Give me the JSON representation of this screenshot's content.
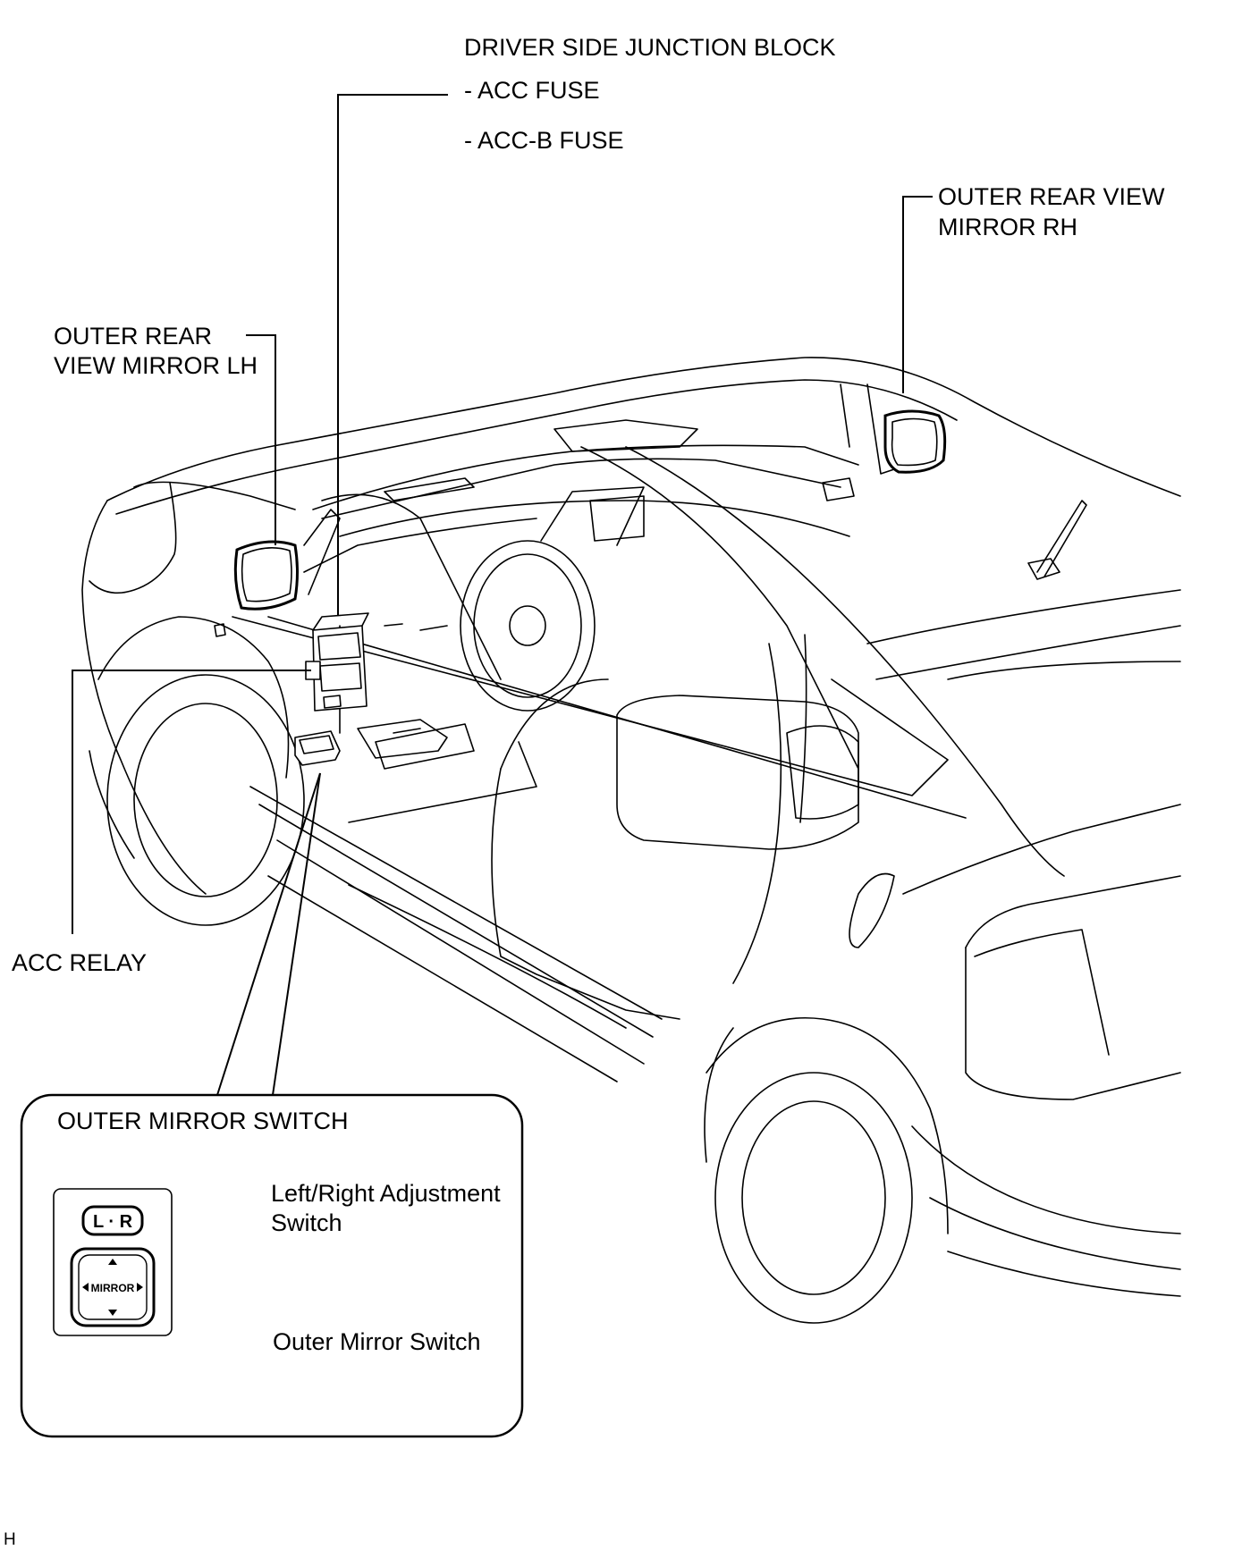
{
  "labels": {
    "junction_block_title": "DRIVER SIDE JUNCTION BLOCK",
    "acc_fuse": "- ACC FUSE",
    "acc_b_fuse": "- ACC-B FUSE",
    "mirror_rh_line1": "OUTER REAR VIEW",
    "mirror_rh_line2": "MIRROR RH",
    "mirror_lh_line1": "OUTER REAR",
    "mirror_lh_line2": "VIEW MIRROR LH",
    "acc_relay": "ACC RELAY"
  },
  "inset": {
    "title": "OUTER MIRROR SWITCH",
    "lr_switch_line1": "Left/Right Adjustment",
    "lr_switch_line2": "Switch",
    "outer_switch": "Outer Mirror Switch",
    "lr_key_text": "L · R",
    "mirror_key_text": "MIRROR"
  },
  "corner_mark": "H"
}
